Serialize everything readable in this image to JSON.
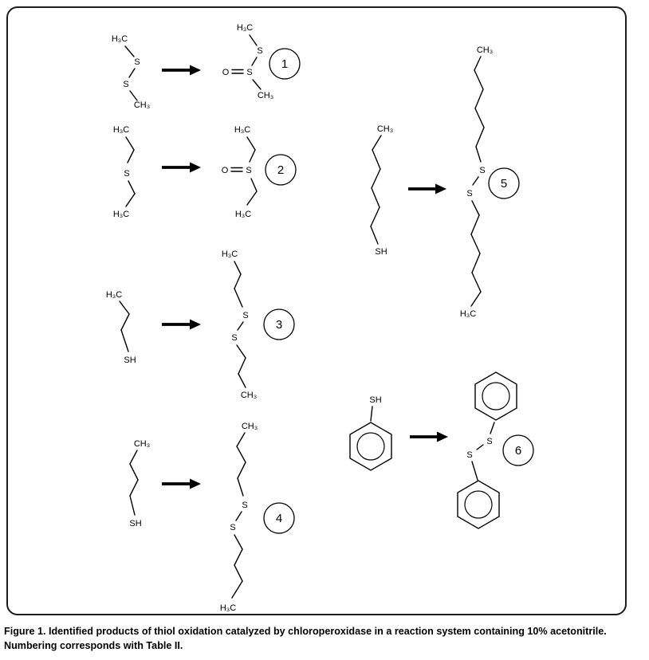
{
  "figure": {
    "caption": {
      "line1": "Figure 1. Identified products of thiol oxidation catalyzed by chloroperoxidase in a reaction system containing 10% acetonitrile.",
      "line2": "Numbering corresponds with Table II."
    }
  },
  "atom_labels": {
    "h3c": "H₃C",
    "ch3": "CH₃",
    "s": "S",
    "sh": "SH",
    "o": "O"
  },
  "reactions": [
    {
      "number": "1"
    },
    {
      "number": "2"
    },
    {
      "number": "3"
    },
    {
      "number": "4"
    },
    {
      "number": "5"
    },
    {
      "number": "6"
    }
  ]
}
